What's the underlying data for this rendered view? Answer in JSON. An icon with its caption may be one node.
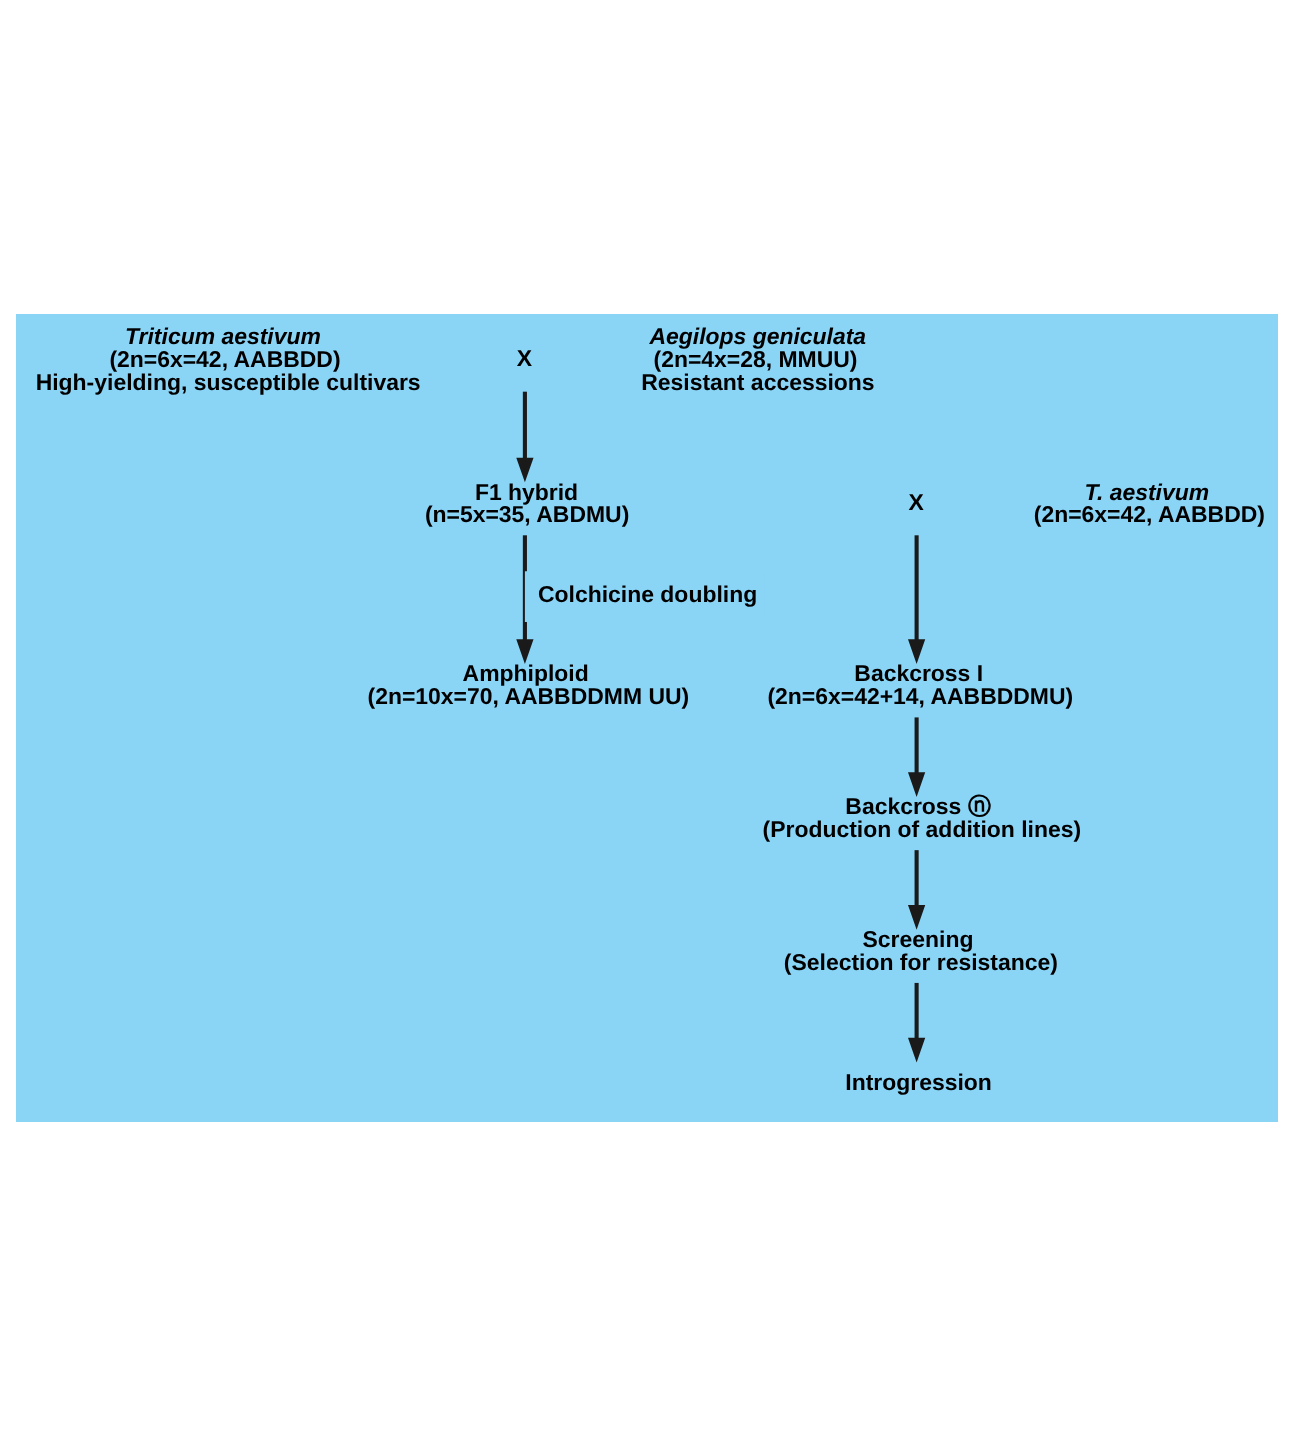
{
  "diagram": {
    "nodes": [
      {
        "text": [
          "Triticum aestivum",
          "(2n=6x=42, AABBDD)",
          "High-yielding, susceptible cultivars"
        ]
      },
      {
        "text": [
          "X"
        ]
      },
      {
        "text": [
          "Aegilops geniculata",
          "(2n=4x=28, MMUU)",
          "Resistant accessions"
        ]
      },
      {
        "text": [
          "F1 hybrid",
          "(n=5x=35, ABDMU)"
        ]
      },
      {
        "text": [
          "X"
        ]
      },
      {
        "text": [
          "T. aestivum",
          "(2n=6x=42, AABBDD)"
        ]
      },
      {
        "text": [
          "Amphiploid",
          "(2n=10x=70, AABBDDMM UU)"
        ]
      },
      {
        "text": [
          "Backcross I",
          "(2n=6x=42+14, AABBDDMU)"
        ]
      },
      {
        "text": [
          "Backcross ⓝ",
          "(Production of addition lines)"
        ]
      },
      {
        "text": [
          "Screening",
          "(Selection for resistance)"
        ]
      },
      {
        "text": [
          "Introgression"
        ]
      }
    ],
    "edges": [
      {
        "from": 1,
        "to": 3,
        "arrow": "to"
      },
      {
        "from": 4,
        "to": 7,
        "arrow": "to"
      },
      {
        "from": 3,
        "to": 6,
        "arrow": "to",
        "label": "Colchicine doubling"
      },
      {
        "from": 7,
        "to": 8,
        "arrow": "to"
      },
      {
        "from": 8,
        "to": 9,
        "arrow": "to"
      },
      {
        "from": 9,
        "to": 10,
        "arrow": "to"
      }
    ]
  }
}
